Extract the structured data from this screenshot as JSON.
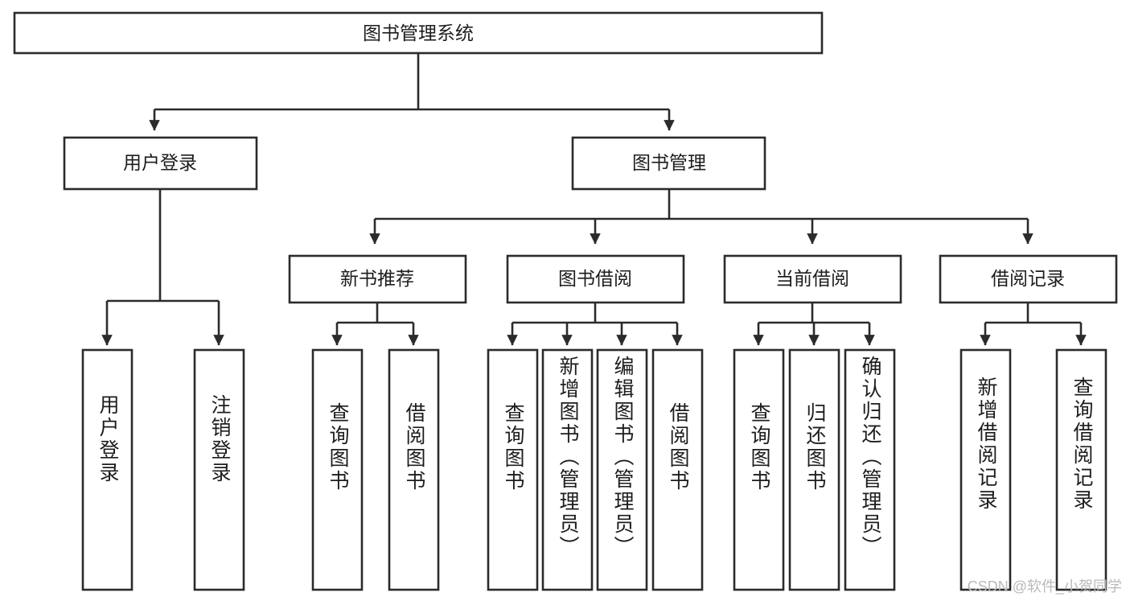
{
  "diagram": {
    "type": "tree-hierarchy",
    "title": "图书管理系统",
    "watermark": "CSDN @软件_小贺同学",
    "colors": {
      "background": "#ffffff",
      "stroke": "#2b2b2b",
      "box_fill": "#ffffff",
      "text": "#1d1d1d",
      "watermark": "#b9b9b9"
    },
    "levels": {
      "root": {
        "label": "图书管理系统"
      },
      "level1": [
        {
          "label": "用户登录"
        },
        {
          "label": "图书管理"
        }
      ],
      "level2": [
        {
          "label": "新书推荐"
        },
        {
          "label": "图书借阅"
        },
        {
          "label": "当前借阅"
        },
        {
          "label": "借阅记录"
        }
      ],
      "leaves": {
        "user_login": [
          {
            "label": "用户登录"
          },
          {
            "label": "注销登录"
          }
        ],
        "new_book_recommend": [
          {
            "label": "查询图书"
          },
          {
            "label": "借阅图书"
          }
        ],
        "book_borrow": [
          {
            "label": "查询图书"
          },
          {
            "label": "新增图书（管理员）"
          },
          {
            "label": "编辑图书（管理员）"
          },
          {
            "label": "借阅图书"
          }
        ],
        "current_borrow": [
          {
            "label": "查询图书"
          },
          {
            "label": "归还图书"
          },
          {
            "label": "确认归还（管理员）"
          }
        ],
        "borrow_record": [
          {
            "label": "新增借阅记录"
          },
          {
            "label": "查询借阅记录"
          }
        ]
      }
    }
  }
}
